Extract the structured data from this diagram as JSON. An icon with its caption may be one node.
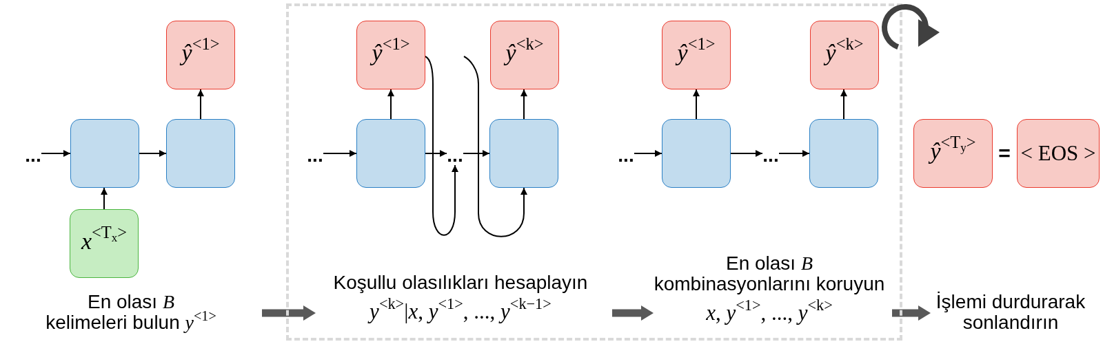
{
  "diagram": {
    "nodes": [
      {
        "text": [
          "*ŷ*$^{<1>}$"
        ]
      },
      {
        "text": [
          "..."
        ]
      },
      {
        "text": [],
        "shape": "box"
      },
      {
        "text": [],
        "shape": "box"
      },
      {
        "text": [
          "*x*$^{<T}$$_{x}$$^{>}$"
        ]
      },
      {
        "text": [
          "En olası *B*",
          "kelimeleri bulun *y*$^{<1>}$"
        ]
      },
      {
        "text": [],
        "shape": "box"
      },
      {
        "text": [
          "*ŷ*$^{<1>}$"
        ],
        "in": 6
      },
      {
        "text": [
          "*ŷ*$^{<k>}$"
        ],
        "in": 6
      },
      {
        "text": [
          "..."
        ],
        "in": 6
      },
      {
        "text": [],
        "shape": "box",
        "in": 6
      },
      {
        "text": [
          "..."
        ],
        "in": 6
      },
      {
        "text": [],
        "shape": "box",
        "in": 6
      },
      {
        "text": [
          "Koşullu olasılıkları hesaplayın",
          "*y*$^{<k>}$|*x*, *y*$^{<1>}$, ..., *y*$^{<k−1>}$"
        ],
        "in": 6
      },
      {
        "text": [
          "*ŷ*$^{<1>}$"
        ],
        "in": 6
      },
      {
        "text": [
          "*ŷ*$^{<k>}$"
        ],
        "in": 6
      },
      {
        "text": [
          "..."
        ],
        "in": 6
      },
      {
        "text": [],
        "shape": "box",
        "in": 6
      },
      {
        "text": [
          "..."
        ],
        "in": 6
      },
      {
        "text": [],
        "shape": "box",
        "in": 6
      },
      {
        "text": [
          "En olası *B* kombinasyonlarını koruyun",
          "*x*, *y*$^{<1>}$, ..., *y*$^{<k>}$"
        ],
        "in": 6
      },
      {
        "text": [
          "*ŷ*$^{<T}$$_{y}$$^{>}$"
        ]
      },
      {
        "text": [
          "< EOS >"
        ]
      },
      {
        "text": [
          "İşlemi durdurarak sonlandırın"
        ]
      }
    ],
    "edges": [
      {
        "from": 1,
        "to": 2,
        "arrow": "to"
      },
      {
        "from": 2,
        "to": 3,
        "arrow": "to"
      },
      {
        "from": 3,
        "to": 0,
        "arrow": "to"
      },
      {
        "from": 4,
        "to": 2,
        "arrow": "to"
      },
      {
        "from": 9,
        "to": 10,
        "arrow": "to"
      },
      {
        "from": 10,
        "to": 11,
        "arrow": "to"
      },
      {
        "from": 11,
        "to": 12,
        "arrow": "to"
      },
      {
        "from": 10,
        "to": 7,
        "arrow": "to"
      },
      {
        "from": 12,
        "to": 8,
        "arrow": "to"
      },
      {
        "from": 7,
        "to": 11,
        "arrow": "to"
      },
      {
        "from": null,
        "to": 12,
        "arrow": "to"
      },
      {
        "from": 16,
        "to": 17,
        "arrow": "to"
      },
      {
        "from": 17,
        "to": 14,
        "arrow": "to"
      },
      {
        "from": 17,
        "to": 18,
        "arrow": "to"
      },
      {
        "from": 18,
        "to": 19,
        "arrow": "to"
      },
      {
        "from": 19,
        "to": 15,
        "arrow": "to"
      },
      {
        "from": 5,
        "to": 13,
        "arrow": "to",
        "style": "thick",
        "color": "#595959"
      },
      {
        "from": 13,
        "to": 20,
        "arrow": "to",
        "style": "thick",
        "color": "#595959"
      },
      {
        "from": 20,
        "to": 23,
        "arrow": "to",
        "style": "thick",
        "color": "#595959"
      }
    ],
    "labels": [
      "="
    ]
  }
}
